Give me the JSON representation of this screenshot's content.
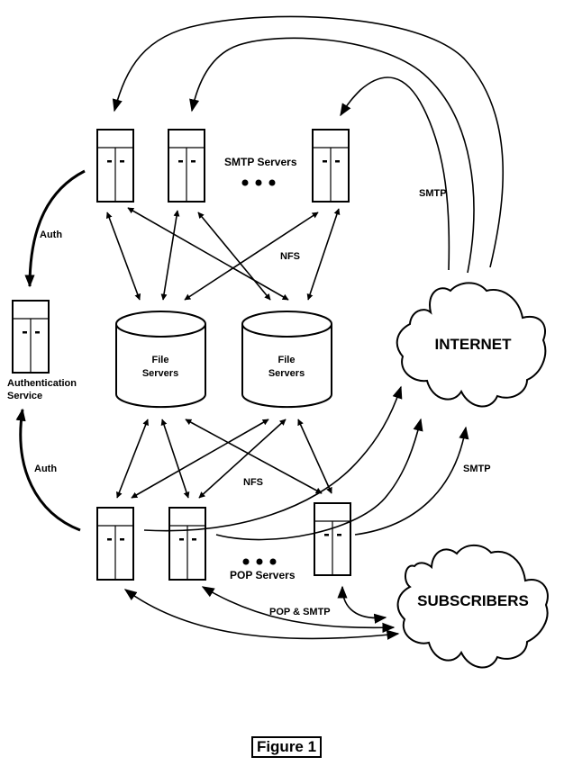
{
  "figure": {
    "caption": "Figure 1",
    "smtp_servers_label": "SMTP Servers",
    "pop_servers_label": "POP Servers",
    "auth_service_label_line1": "Authentication",
    "auth_service_label_line2": "Service",
    "file_servers": [
      {
        "line1": "File",
        "line2": "Servers"
      },
      {
        "line1": "File",
        "line2": "Servers"
      }
    ],
    "clouds": {
      "internet": "INTERNET",
      "subscribers": "SUBSCRIBERS"
    },
    "edge_labels": {
      "auth_top": "Auth",
      "auth_bottom": "Auth",
      "nfs_top": "NFS",
      "nfs_bottom": "NFS",
      "smtp_internet_top": "SMTP",
      "smtp_internet_bottom": "SMTP",
      "pop_smtp": "POP & SMTP"
    },
    "ellipsis": "• • •"
  }
}
